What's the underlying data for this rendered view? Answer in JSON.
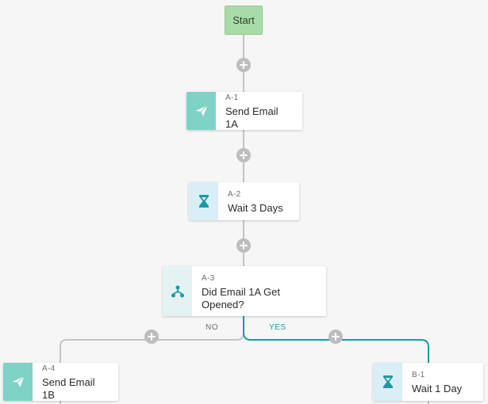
{
  "start": {
    "label": "Start"
  },
  "nodes": {
    "a1": {
      "code": "A-1",
      "name": "Send Email 1A",
      "icon": "paper-plane-icon"
    },
    "a2": {
      "code": "A-2",
      "name": "Wait 3 Days",
      "icon": "hourglass-icon"
    },
    "a3": {
      "code": "A-3",
      "name": "Did Email 1A Get Opened?",
      "icon": "split-branch-icon"
    },
    "a4": {
      "code": "A-4",
      "name": "Send Email 1B",
      "icon": "paper-plane-icon"
    },
    "b1": {
      "code": "B-1",
      "name": "Wait 1 Day",
      "icon": "hourglass-icon"
    }
  },
  "branches": {
    "no": {
      "label": "NO",
      "color": "#6e6e6e"
    },
    "yes": {
      "label": "YES",
      "color": "#1a9aa4"
    }
  },
  "colors": {
    "connector": "#c4c4c4",
    "yes_path": "#1a9aa4",
    "start_fill": "#a8dba8",
    "email_icon_bg": "#7fd3c6",
    "wait_icon_bg": "#daeef6",
    "icon_teal": "#1a9aa4"
  }
}
